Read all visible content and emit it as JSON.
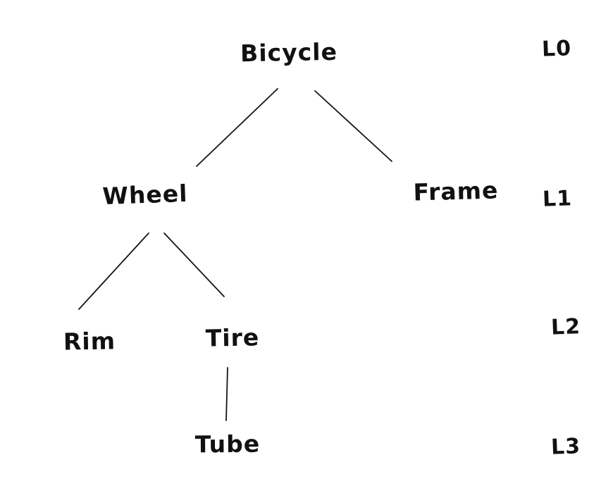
{
  "canvas": {
    "background": "#ffffff",
    "ink": "#111111"
  },
  "tree": {
    "type": "hierarchy-diagram",
    "nodes": [
      {
        "id": "bicycle",
        "label": "Bicycle",
        "level": "L0",
        "parent": null
      },
      {
        "id": "wheel",
        "label": "Wheel",
        "level": "L1",
        "parent": "bicycle"
      },
      {
        "id": "frame",
        "label": "Frame",
        "level": "L1",
        "parent": "bicycle"
      },
      {
        "id": "rim",
        "label": "Rim",
        "level": "L2",
        "parent": "wheel"
      },
      {
        "id": "tire",
        "label": "Tire",
        "level": "L2",
        "parent": "wheel"
      },
      {
        "id": "tube",
        "label": "Tube",
        "level": "L3",
        "parent": "tire"
      }
    ],
    "edges": [
      {
        "from": "bicycle",
        "to": "wheel"
      },
      {
        "from": "bicycle",
        "to": "frame"
      },
      {
        "from": "wheel",
        "to": "rim"
      },
      {
        "from": "wheel",
        "to": "tire"
      },
      {
        "from": "tire",
        "to": "tube"
      }
    ],
    "level_labels": [
      {
        "label": "L0"
      },
      {
        "label": "L1"
      },
      {
        "label": "L2"
      },
      {
        "label": "L3"
      }
    ]
  }
}
